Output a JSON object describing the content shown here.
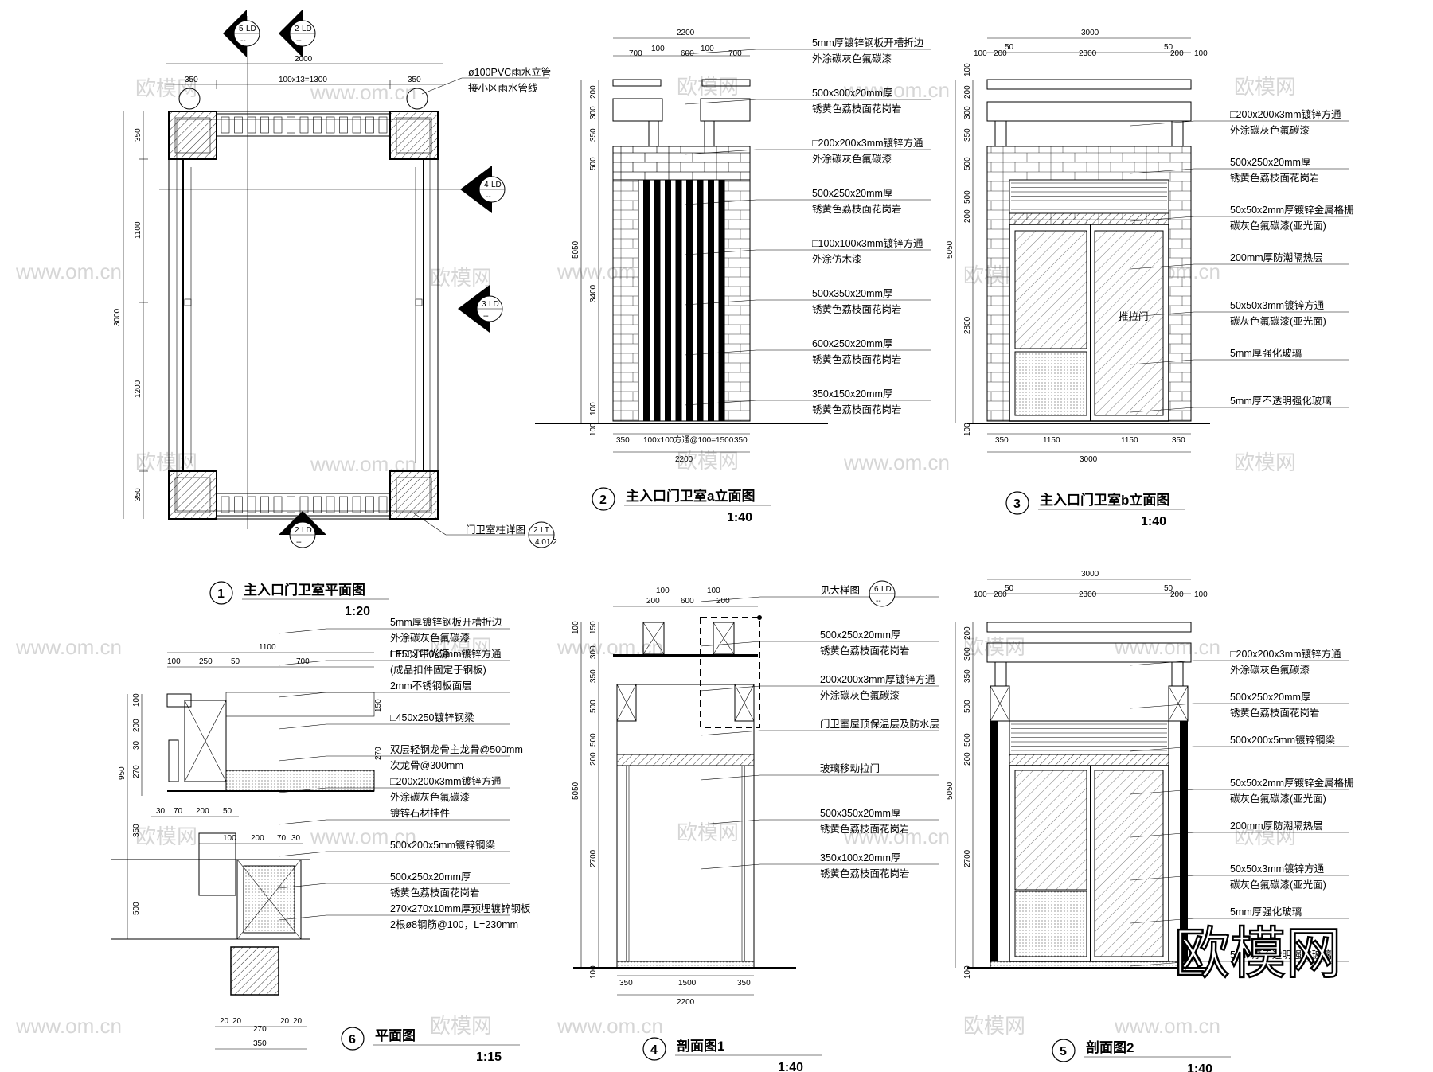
{
  "watermarks": {
    "site": "www.om.cn",
    "brand": "欧模网",
    "brand_big": "欧模网"
  },
  "views": [
    {
      "num": "1",
      "title": "主入口门卫室平面图",
      "scale": "1:20"
    },
    {
      "num": "2",
      "title": "主入口门卫室a立面图",
      "scale": "1:40"
    },
    {
      "num": "3",
      "title": "主入口门卫室b立面图",
      "scale": "1:40"
    },
    {
      "num": "4",
      "title": "剖面图1",
      "scale": "1:40"
    },
    {
      "num": "5",
      "title": "剖面图2",
      "scale": "1:40"
    },
    {
      "num": "6",
      "title": "平面图",
      "scale": "1:15"
    }
  ],
  "markers": [
    {
      "num": "5",
      "tag": "LD",
      "sub": "--"
    },
    {
      "num": "2",
      "tag": "LD",
      "sub": "--"
    },
    {
      "num": "4",
      "tag": "LD",
      "sub": "--"
    },
    {
      "num": "3",
      "tag": "LD",
      "sub": "--"
    },
    {
      "num": "2",
      "tag": "LD",
      "sub": "--"
    },
    {
      "num": "2",
      "tag": "LT",
      "sub": "4.01.2"
    },
    {
      "num": "6",
      "tag": "LD",
      "sub": "--"
    }
  ],
  "plan": {
    "dims_top": [
      "2000",
      "350",
      "100x13=1300",
      "350"
    ],
    "dims_left": [
      "3000",
      "350",
      "1100",
      "1200",
      "350"
    ],
    "pipe_note": [
      "ø100PVC雨水立管",
      "接小区雨水管线"
    ],
    "detail_ref": "门卫室柱详图"
  },
  "elev_a": {
    "dims_top": [
      "2200",
      "100",
      "100",
      "700",
      "600",
      "700"
    ],
    "dims_left": [
      "5050",
      "200",
      "300",
      "350",
      "500",
      "3400",
      "100",
      "100"
    ],
    "dims_bottom": [
      "350",
      "100x100方通@100=1500",
      "350",
      "2200"
    ],
    "notes": [
      [
        "5mm厚镀锌钢板开槽折边",
        "外涂碳灰色氟碳漆"
      ],
      [
        "500x300x20mm厚",
        "锈黄色荔枝面花岗岩"
      ],
      [
        "□200x200x3mm镀锌方通",
        "外涂碳灰色氟碳漆"
      ],
      [
        "500x250x20mm厚",
        "锈黄色荔枝面花岗岩"
      ],
      [
        "□100x100x3mm镀锌方通",
        "外涂仿木漆"
      ],
      [
        "500x350x20mm厚",
        "锈黄色荔枝面花岗岩"
      ],
      [
        "600x250x20mm厚",
        "锈黄色荔枝面花岗岩"
      ],
      [
        "350x150x20mm厚",
        "锈黄色荔枝面花岗岩"
      ]
    ]
  },
  "elev_b": {
    "dims_top": [
      "3000",
      "50",
      "50",
      "100",
      "200",
      "2300",
      "200",
      "100"
    ],
    "dims_left": [
      "5050",
      "100",
      "200",
      "300",
      "350",
      "500",
      "500",
      "200",
      "2800",
      "100"
    ],
    "dims_bottom": [
      "350",
      "1150",
      "1150",
      "350",
      "3000"
    ],
    "door_label": "推拉门",
    "notes": [
      [
        "□200x200x3mm镀锌方通",
        "外涂碳灰色氟碳漆"
      ],
      [
        "500x250x20mm厚",
        "锈黄色荔枝面花岗岩"
      ],
      [
        "50x50x2mm厚镀锌金属格栅",
        "碳灰色氟碳漆(亚光面)"
      ],
      [
        "200mm厚防潮隔热层"
      ],
      [
        "50x50x3mm镀锌方通",
        "碳灰色氟碳漆(亚光面)"
      ],
      [
        "5mm厚强化玻璃"
      ],
      [
        "5mm厚不透明强化玻璃"
      ]
    ]
  },
  "detail6": {
    "dims_top": [
      "1100",
      "100",
      "250",
      "50",
      "700"
    ],
    "dims_left": [
      "950",
      "100",
      "200",
      "30",
      "270",
      "350",
      "500"
    ],
    "dims_mid": [
      "150",
      "270"
    ],
    "dims_bottom_a": [
      "30",
      "70",
      "200",
      "50"
    ],
    "dims_mid2": [
      "100",
      "200",
      "70",
      "30"
    ],
    "dims_bottom_b": [
      "20",
      "20",
      "270",
      "20",
      "20",
      "350"
    ],
    "notes": [
      [
        "5mm厚镀锌钢板开槽折边",
        "外涂碳灰色氟碳漆",
        "LED灯带光源",
        "(成品扣件固定于钢板)"
      ],
      [
        "□150x150x5mm镀锌方通"
      ],
      [
        "2mm不锈钢板面层"
      ],
      [
        "□450x250镀锌钢梁"
      ],
      [
        "双层轻钢龙骨主龙骨@500mm",
        "次龙骨@300mm"
      ],
      [
        "□200x200x3mm镀锌方通",
        "外涂碳灰色氟碳漆"
      ],
      [
        "镀锌石材挂件"
      ],
      [
        "500x200x5mm镀锌钢梁"
      ],
      [
        "500x250x20mm厚",
        "锈黄色荔枝面花岗岩"
      ],
      [
        "270x270x10mm厚预埋镀锌钢板",
        "2根ø8钢筋@100，L=230mm"
      ]
    ]
  },
  "sect4": {
    "dims_top": [
      "100",
      "100",
      "200",
      "600",
      "200"
    ],
    "dims_left": [
      "100",
      "150",
      "300",
      "350",
      "500",
      "500",
      "200",
      "2700",
      "5050",
      "100"
    ],
    "dims_bottom": [
      "350",
      "1500",
      "350",
      "2200"
    ],
    "notes": [
      [
        "见大样图"
      ],
      [
        "500x250x20mm厚",
        "锈黄色荔枝面花岗岩"
      ],
      [
        "200x200x3mm厚镀锌方通",
        "外涂碳灰色氟碳漆"
      ],
      [
        "门卫室屋顶保温层及防水层"
      ],
      [
        "玻璃移动拉门"
      ],
      [
        "500x350x20mm厚",
        "锈黄色荔枝面花岗岩"
      ],
      [
        "350x100x20mm厚",
        "锈黄色荔枝面花岗岩"
      ]
    ]
  },
  "sect5": {
    "dims_top": [
      "3000",
      "50",
      "50",
      "100",
      "200",
      "2300",
      "200",
      "100"
    ],
    "dims_left": [
      "5050",
      "200",
      "300",
      "350",
      "500",
      "500",
      "200",
      "2700",
      "100"
    ],
    "notes": [
      [
        "□200x200x3mm镀锌方通",
        "外涂碳灰色氟碳漆"
      ],
      [
        "500x250x20mm厚",
        "锈黄色荔枝面花岗岩"
      ],
      [
        "500x200x5mm镀锌钢梁"
      ],
      [
        "50x50x2mm厚镀锌金属格栅",
        "碳灰色氟碳漆(亚光面)"
      ],
      [
        "200mm厚防潮隔热层"
      ],
      [
        "50x50x3mm镀锌方通",
        "碳灰色氟碳漆(亚光面)"
      ],
      [
        "5mm厚强化玻璃"
      ],
      [
        "5mm厚不透明强化玻璃"
      ]
    ]
  }
}
